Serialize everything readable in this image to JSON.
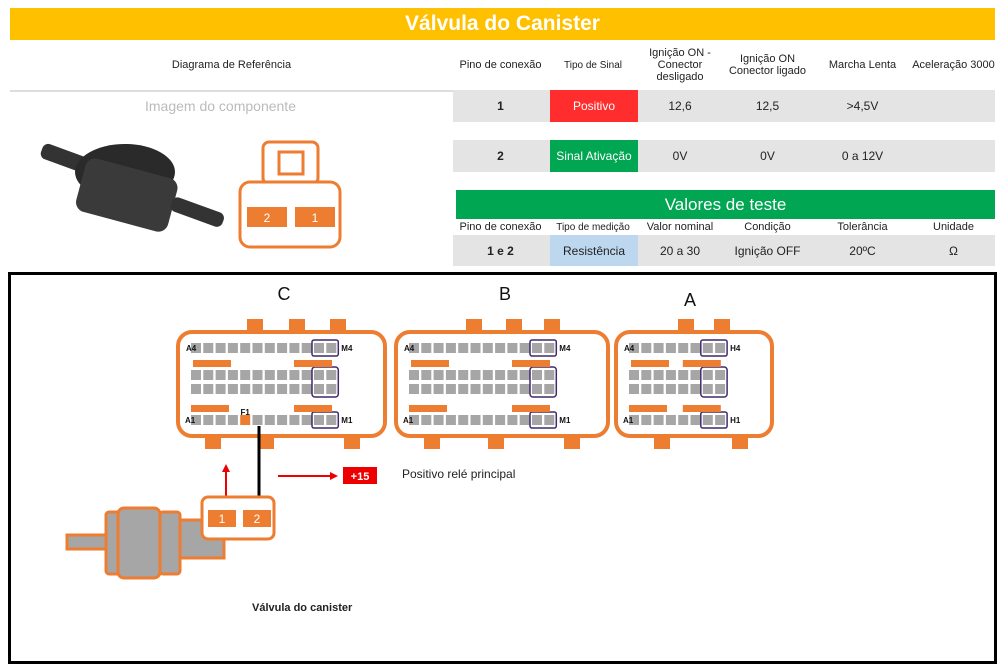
{
  "title": "Válvula do Canister",
  "reference_label": "Diagrama de Referência",
  "image_placeholder": "Imagem do componente",
  "table": {
    "headers": [
      "Pino de conexão",
      "Tipo de Sinal",
      "Ignição ON - Conector desligado",
      "Ignição ON Conector ligado",
      "Marcha Lenta",
      "Aceleração 3000"
    ],
    "rows": [
      {
        "pin": "1",
        "signal": "Positivo",
        "signal_color": "#FF2D2D",
        "ign_off": "12,6",
        "ign_on": "12,5",
        "idle": ">4,5V",
        "accel": ""
      },
      {
        "pin": "2",
        "signal": "Sinal Ativação",
        "signal_color": "#00A651",
        "ign_off": "0V",
        "ign_on": "0V",
        "idle": "0 a 12V",
        "accel": ""
      }
    ]
  },
  "test": {
    "title": "Valores de teste",
    "headers": [
      "Pino de conexão",
      "Tipo de medição",
      "Valor nominal",
      "Condição",
      "Tolerância",
      "Unidade"
    ],
    "row": {
      "pin": "1 e 2",
      "type": "Resistência",
      "nominal": "20 a 30",
      "condition": "Ignição OFF",
      "tolerance": "20ºC",
      "unit": "Ω"
    }
  },
  "component_connector_pins": [
    "2",
    "1"
  ],
  "diagram": {
    "connectors": [
      {
        "name": "C",
        "top_left": "A4",
        "top_right": "M4",
        "bottom_left": "A1",
        "bottom_right": "M1",
        "marked_pin": "F1"
      },
      {
        "name": "B",
        "top_left": "A4",
        "top_right": "M4",
        "bottom_left": "A1",
        "bottom_right": "M1"
      },
      {
        "name": "A",
        "top_left": "A4",
        "top_right": "H4",
        "bottom_left": "A1",
        "bottom_right": "H1"
      }
    ],
    "valve_pins": [
      "1",
      "2"
    ],
    "badge": "+15",
    "badge_label": "Positivo relé principal",
    "valve_label": "Válvula do canister"
  },
  "colors": {
    "orange": "#ED7D31",
    "yellow": "#FFC000",
    "green": "#00A651",
    "red": "#FF2D2D",
    "blue": "#BDD7EE",
    "pin": "#A6A6A6",
    "frame": "#3F2A6B"
  }
}
